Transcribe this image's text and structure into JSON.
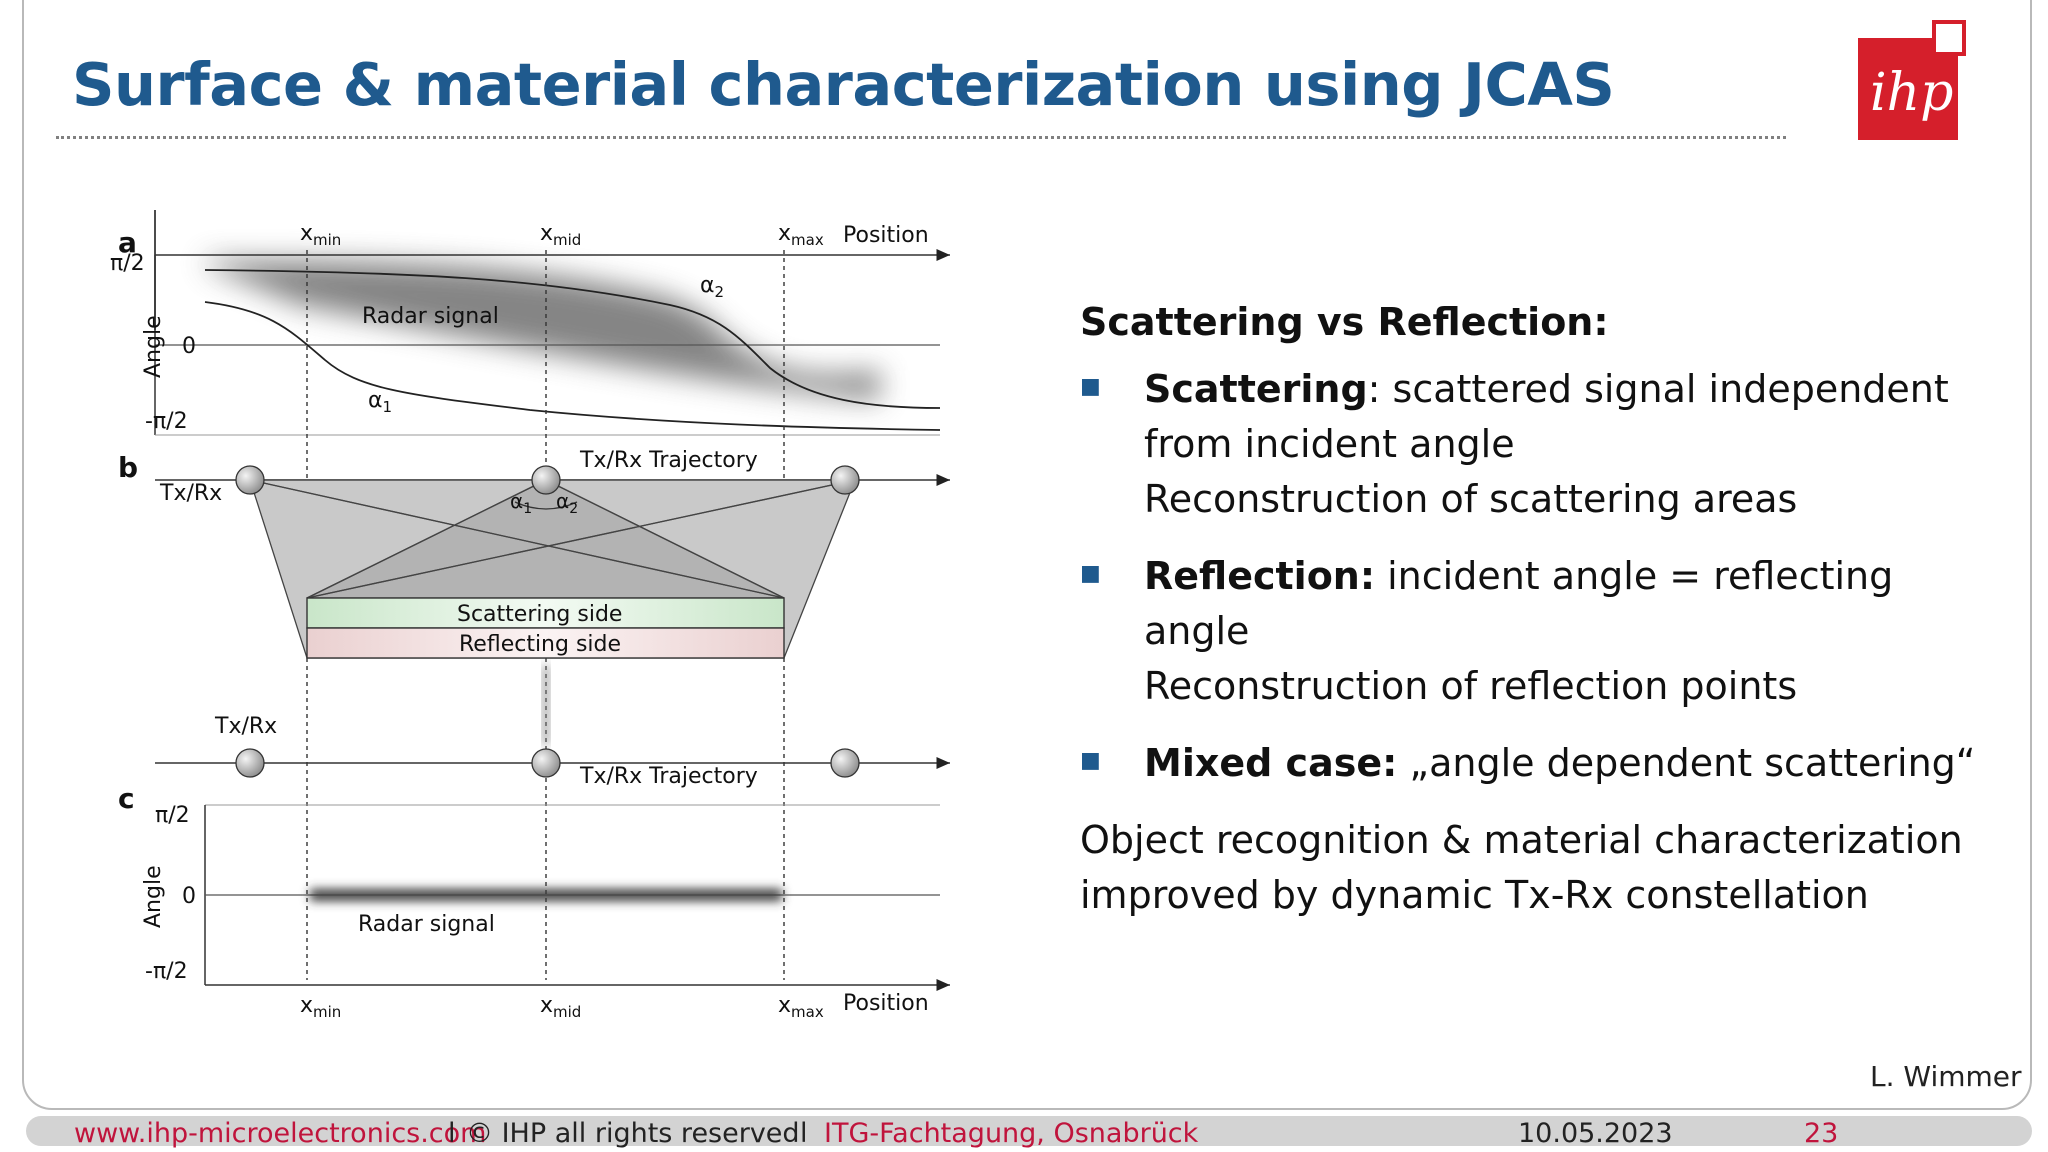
{
  "slide": {
    "title": "Surface & material characterization using JCAS",
    "author": "L. Wimmer"
  },
  "logo": {
    "text": "ihp"
  },
  "diagram": {
    "panel_a": {
      "letter": "a",
      "y_axis_label": "Angle",
      "y_ticks": [
        "π/2",
        "0",
        "-π/2"
      ],
      "x_axis_label": "Position",
      "positions": {
        "min": "min",
        "mid": "mid",
        "max": "max",
        "symbol": "x"
      },
      "signal_label": "Radar signal",
      "curve_upper": "α",
      "curve_upper_sub": "2",
      "curve_lower": "α",
      "curve_lower_sub": "1"
    },
    "panel_b": {
      "letter": "b",
      "transceiver_label": "Tx/Rx",
      "trajectory_label": "Tx/Rx Trajectory",
      "angle_1": "α",
      "angle_1_sub": "1",
      "angle_2": "α",
      "angle_2_sub": "2",
      "scattering_side": "Scattering side",
      "reflecting_side": "Reflecting side"
    },
    "panel_c": {
      "letter": "c",
      "transceiver_label": "Tx/Rx",
      "trajectory_label": "Tx/Rx Trajectory",
      "y_axis_label": "Angle",
      "y_ticks": [
        "π/2",
        "0",
        "-π/2"
      ],
      "x_axis_label": "Position",
      "signal_label": "Radar signal"
    }
  },
  "panel": {
    "heading": "Scattering vs Reflection:",
    "bullets": [
      {
        "bold": "Scattering",
        "text": ": scattered signal independent from incident angle",
        "line2": "Reconstruction of scattering areas"
      },
      {
        "bold": "Reflection:",
        "text": " incident angle = reflecting angle",
        "line2": "Reconstruction of reflection points"
      },
      {
        "bold": "Mixed case:",
        "text": " „angle dependent scattering“",
        "line2": ""
      }
    ],
    "conclusion": "Object recognition & material characterization improved by dynamic Tx-Rx constellation"
  },
  "footer": {
    "website": "www.ihp-microelectronics.com",
    "sep1": "l",
    "copyright": "© IHP all rights reserved",
    "sep2": "l",
    "event": "ITG-Fachtagung, Osnabrück",
    "date": "10.05.2023",
    "page": "23"
  },
  "colors": {
    "title_blue": "#1f5a8e",
    "logo_red": "#d51f2b",
    "footer_red": "#c0143c",
    "scattering_green": "#cfe8cf",
    "reflecting_pink": "#ecd0d0"
  }
}
